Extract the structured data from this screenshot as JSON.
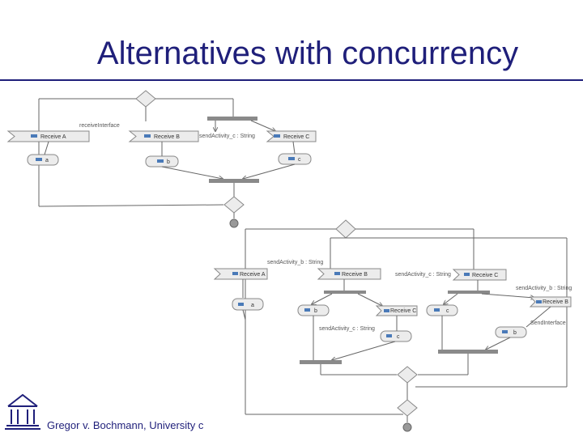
{
  "slide": {
    "title": "Alternatives with concurrency",
    "footer": "Gregor v. Bochmann, University c"
  },
  "diagram1": {
    "labels": {
      "receive_interface": "receiveInterface",
      "send_activity_c": "sendActivity_c : String"
    },
    "receive_nodes": [
      "Receive A",
      "Receive B",
      "Receive C"
    ],
    "action_labels": [
      "a",
      "b",
      "c"
    ]
  },
  "diagram2": {
    "labels": {
      "send_activity_b_1": "sendActivity_b : String",
      "send_activity_c_1": "sendActivity_c : String",
      "send_activity_b_2": "sendActivity_b : String",
      "send_activity_c_2": "sendActivity_c : String",
      "send_interface": "SendInterface"
    },
    "receive_nodes": [
      "Receive A",
      "Receive B",
      "Receive C",
      "Receive C",
      "Receive B"
    ],
    "action_labels": [
      "a",
      "b",
      "c",
      "c",
      "b"
    ]
  },
  "colors": {
    "title": "#1f1f7a",
    "line": "#555555",
    "bar": "#8a8a8a",
    "node_fill": "#e8e8e8",
    "icon": "#4a7ab8"
  }
}
